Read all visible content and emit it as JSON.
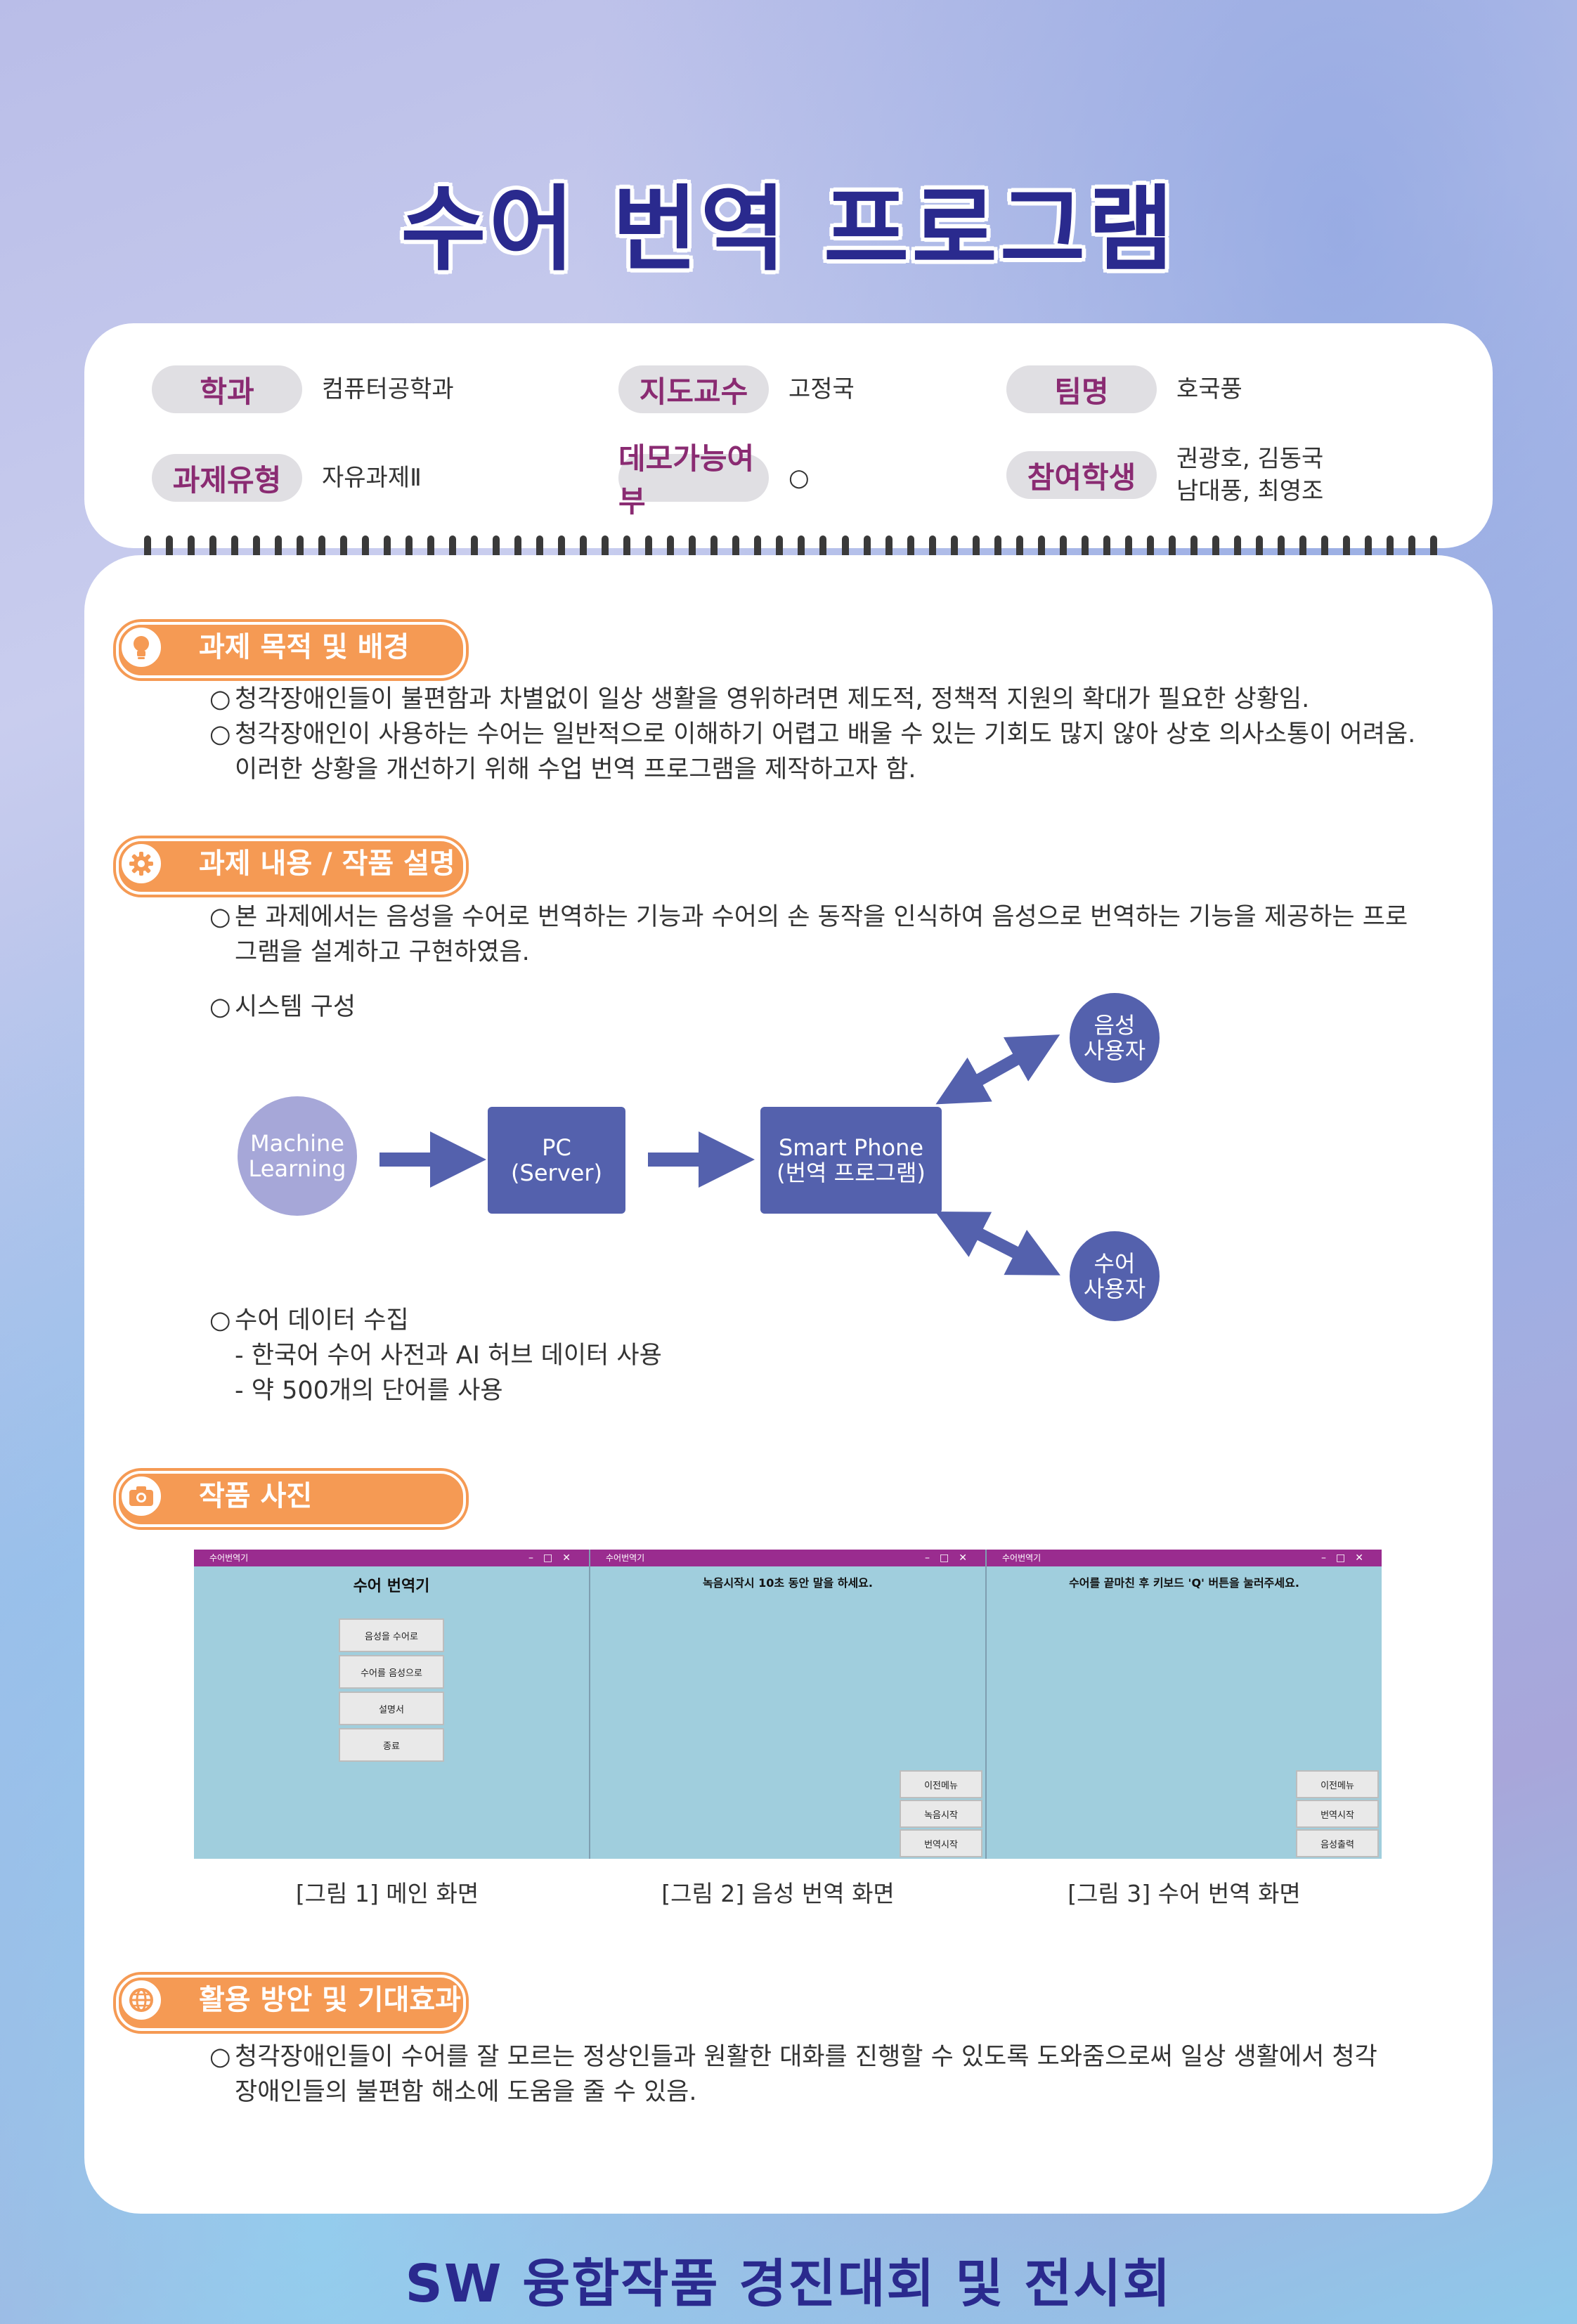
{
  "title": "수어 번역 프로그램",
  "info": {
    "department_label": "학과",
    "department_value": "컴퓨터공학과",
    "advisor_label": "지도교수",
    "advisor_value": "고정국",
    "team_label": "팀명",
    "team_value": "호국풍",
    "type_label": "과제유형",
    "type_value": "자유과제Ⅱ",
    "demo_label": "데모가능여부",
    "demo_value": "○",
    "members_label": "참여학생",
    "members_line1": "권광호, 김동국",
    "members_line2": "남대풍, 최영조"
  },
  "sections": {
    "purpose": {
      "title": "과제 목적 및 배경",
      "bullet": "○",
      "line1": "청각장애인들이 불편함과 차별없이 일상 생활을 영위하려면 제도적, 정책적 지원의 확대가 필요한 상황임.",
      "line2": "청각장애인이 사용하는 수어는 일반적으로 이해하기 어렵고 배울 수 있는 기회도 많지 않아 상호 의사소통이 어려움.",
      "line3": "이러한 상황을 개선하기 위해 수업 번역 프로그램을 제작하고자 함."
    },
    "content": {
      "title": "과제 내용 / 작품 설명",
      "bullet": "○",
      "line1": "본 과제에서는 음성을 수어로 번역하는 기능과 수어의 손 동작을 인식하여 음성으로 번역하는 기능을 제공하는 프로",
      "line2": "그램을 설계하고 구현하였음.",
      "system": "시스템 구성",
      "data_title": "수어 데이터 수집",
      "data_line1": "- 한국어 수어 사전과 AI 허브 데이터 사용",
      "data_line2": "- 약 500개의 단어를 사용"
    },
    "photos": {
      "title": "작품 사진"
    },
    "usage": {
      "title": "활용 방안 및 기대효과",
      "bullet": "○",
      "line1": "청각장애인들이 수어를 잘 모르는 정상인들과 원활한 대화를 진행할 수 있도록 도와줌으로써 일상 생활에서 청각",
      "line2": "장애인들의 불편함 해소에 도움을 줄 수 있음."
    }
  },
  "diagram": {
    "ml": {
      "line1": "Machine",
      "line2": "Learning"
    },
    "pc": {
      "line1": "PC",
      "line2": "(Server)"
    },
    "phone": {
      "line1": "Smart Phone",
      "line2": "(번역 프로그램)"
    },
    "voice_user": {
      "line1": "음성",
      "line2": "사용자"
    },
    "sign_user": {
      "line1": "수어",
      "line2": "사용자"
    },
    "colors": {
      "ml": "#a6a7d8",
      "box": "#5461ad",
      "user": "#5461ad",
      "arrow": "#5461ad"
    }
  },
  "screens": {
    "window_title": "수어번역기",
    "s1": {
      "heading": "수어 번역기",
      "buttons": [
        "음성을 수어로",
        "수어를 음성으로",
        "설명서",
        "종료"
      ]
    },
    "s2": {
      "heading": "녹음시작시 10초 동안 말을 하세요.",
      "buttons": [
        "이전메뉴",
        "녹음시작",
        "번역시작"
      ]
    },
    "s3": {
      "heading": "수어를 끝마친 후 키보드 'Q' 버튼을 눌러주세요.",
      "buttons": [
        "이전메뉴",
        "번역시작",
        "음성출력"
      ]
    }
  },
  "captions": {
    "c1": "[그림 1] 메인 화면",
    "c2": "[그림 2] 음성 번역 화면",
    "c3": "[그림 3] 수어 번역 화면"
  },
  "footer": "SW 융합작품 경진대회 및 전시회",
  "icons": {
    "purpose": "lightbulb-icon",
    "content": "gear-icon",
    "photos": "camera-icon",
    "usage": "globe-icon"
  },
  "accent_colors": {
    "title": "#2a2a8e",
    "label_text": "#8a2b72",
    "section_pill": "#f59a54"
  }
}
